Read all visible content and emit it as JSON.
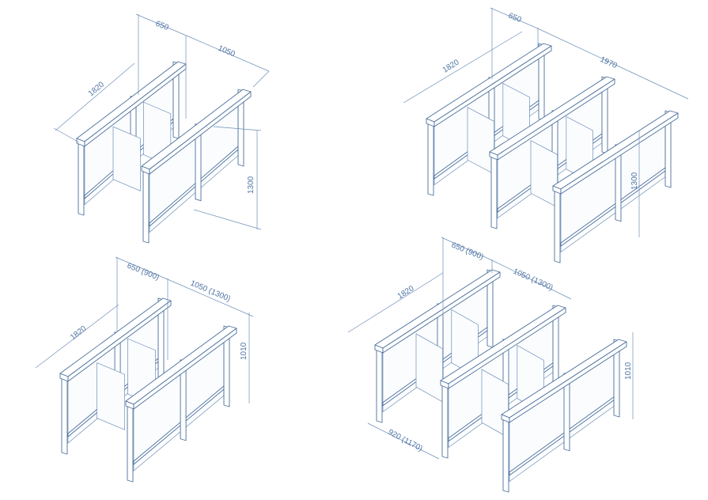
{
  "colors": {
    "line": "#4a6f9c",
    "dimension": "#6d8fb8",
    "text": "#4f74a3"
  },
  "diagrams": [
    {
      "name": "single-lane",
      "passage_width": "650",
      "depth": "1050",
      "length": "1820",
      "height": "1300"
    },
    {
      "name": "double-lane",
      "passage_width": "650",
      "length": "1820",
      "depth": "1970",
      "height": "1300"
    },
    {
      "name": "single-lane-low",
      "passage_width": "650 (900)",
      "depth": "1050 (1300)",
      "length": "1820",
      "height": "1010"
    },
    {
      "name": "double-lane-low",
      "passage_width": "650 (900)",
      "depth": "1050 (1300)",
      "length": "1820",
      "height": "1010",
      "cabinet_spacing": "920 (1170)"
    }
  ]
}
